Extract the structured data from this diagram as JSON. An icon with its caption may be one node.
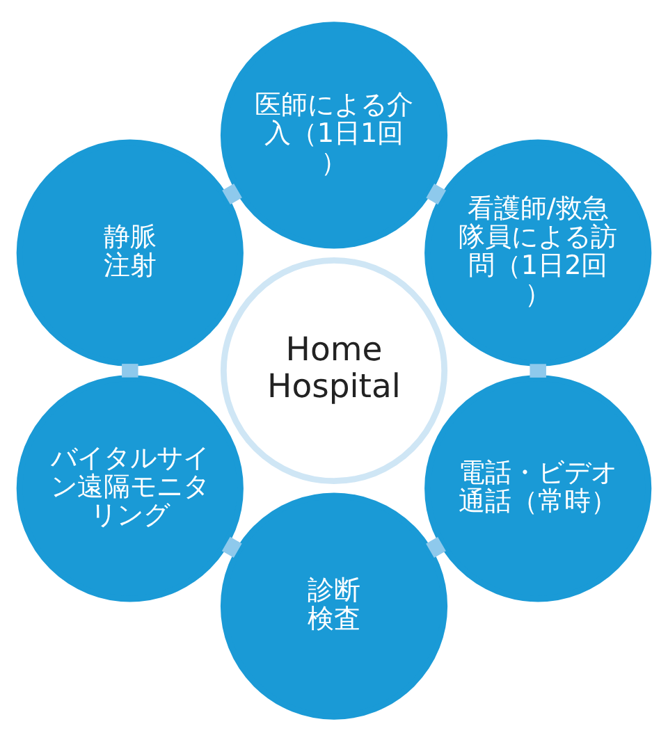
{
  "diagram": {
    "nodes": [
      {
        "text": [
          "Home Hospital"
        ]
      },
      {
        "text": [
          "看護師/救急隊員による訪問（1日2回）"
        ]
      },
      {
        "text": [
          "医師による介入（1日1回）"
        ]
      },
      {
        "text": [
          "静脈注射"
        ]
      },
      {
        "text": [
          "バイタルサイン遠隔モニタリング"
        ]
      },
      {
        "text": [
          "診断検査"
        ]
      },
      {
        "text": [
          "電話・ビデオ通話（常時）"
        ]
      }
    ],
    "edges": [
      {
        "from": 1,
        "to": 2,
        "arrow": "none"
      },
      {
        "from": 2,
        "to": 3,
        "arrow": "none"
      },
      {
        "from": 3,
        "to": 4,
        "arrow": "none"
      },
      {
        "from": 4,
        "to": 5,
        "arrow": "none"
      },
      {
        "from": 5,
        "to": 6,
        "arrow": "none"
      },
      {
        "from": 6,
        "to": 1,
        "arrow": "none"
      }
    ]
  }
}
